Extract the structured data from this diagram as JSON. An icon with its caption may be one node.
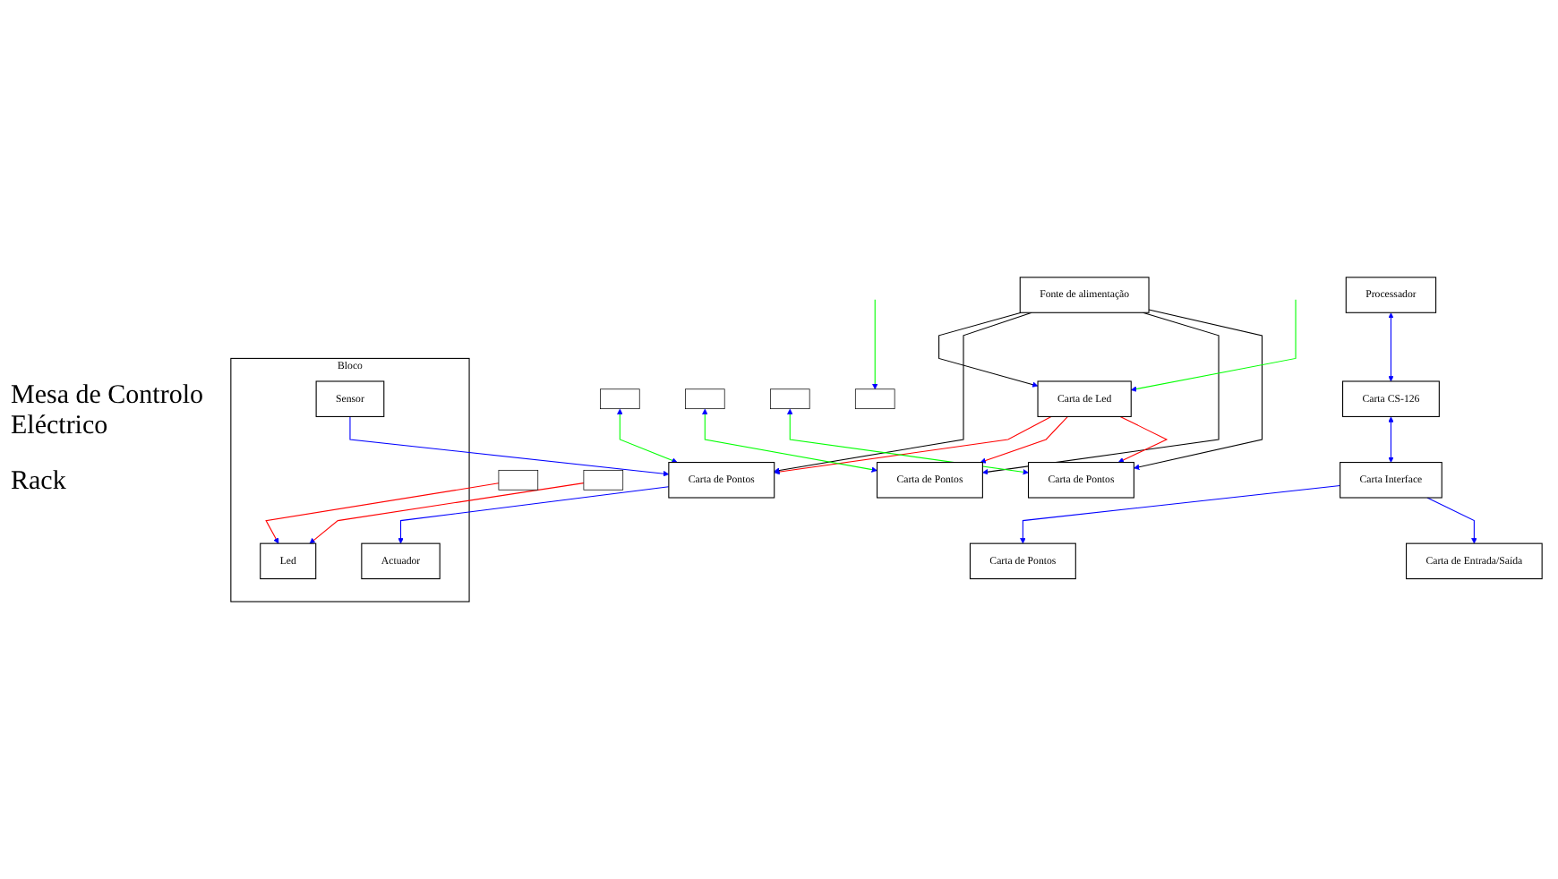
{
  "diagram": {
    "nodes": [
      {
        "text": [
          "Carta de Pontos"
        ]
      },
      {
        "text": [
          "Carta de Led"
        ]
      },
      {
        "text": [
          "Carta de Pontos"
        ]
      },
      {
        "text": [
          "Fonte de alimentação"
        ]
      },
      {
        "text": [
          "Carta de Pontos"
        ]
      },
      {
        "text": [
          "Bloco"
        ]
      },
      {
        "text": [
          "Sensor"
        ],
        "in": 5
      },
      {
        "text": [
          "Actuador"
        ],
        "in": 5
      },
      {
        "text": [
          "Led"
        ],
        "in": 5
      },
      {
        "text": [
          "Processador"
        ]
      },
      {
        "text": [
          "Carta CS-126"
        ]
      },
      {
        "text": [
          "Carta Interface"
        ]
      },
      {
        "text": [
          "Carta de Pontos"
        ]
      },
      {
        "text": [
          "Carta de Entrada/Saída"
        ]
      },
      {
        "text": [],
        "shape": "bar"
      },
      {
        "text": [],
        "shape": "bar"
      },
      {
        "text": [],
        "shape": "bar"
      },
      {
        "text": [],
        "shape": "bar"
      },
      {
        "text": [],
        "shape": "bar"
      },
      {
        "text": [],
        "shape": "bar"
      }
    ],
    "edges": [
      {
        "from": 3,
        "to": 1,
        "arrow": "to",
        "color": "#000000"
      },
      {
        "from": 3,
        "to": 0,
        "arrow": "to",
        "color": "#000000"
      },
      {
        "from": 3,
        "to": 2,
        "arrow": "to",
        "color": "#000000"
      },
      {
        "from": 3,
        "to": 4,
        "arrow": "to",
        "color": "#000000"
      },
      {
        "from": 1,
        "to": 0,
        "arrow": "to",
        "color": "#ff0000"
      },
      {
        "from": 1,
        "to": 2,
        "arrow": "to",
        "color": "#ff0000"
      },
      {
        "from": 1,
        "to": 4,
        "arrow": "to",
        "color": "#ff0000"
      },
      {
        "from": 6,
        "to": 0,
        "arrow": "to"
      },
      {
        "from": 0,
        "to": 7,
        "arrow": "to"
      },
      {
        "from": 9,
        "to": 10,
        "arrow": "both"
      },
      {
        "from": 10,
        "to": 11,
        "arrow": "both"
      },
      {
        "from": 11,
        "to": 12,
        "arrow": "to"
      },
      {
        "from": 11,
        "to": 13,
        "arrow": "to"
      },
      {
        "from": 14,
        "to": 0,
        "arrow": "both",
        "color": "#00ff00"
      },
      {
        "from": 15,
        "to": 2,
        "arrow": "both",
        "color": "#00ff00"
      },
      {
        "from": 16,
        "to": 4,
        "arrow": "both",
        "color": "#00ff00"
      },
      {
        "from": null,
        "to": 1,
        "arrow": "to",
        "color": "#00ff00"
      },
      {
        "from": null,
        "to": 19,
        "arrow": "to",
        "color": "#00ff00"
      },
      {
        "from": 17,
        "to": 8,
        "arrow": "to",
        "color": "#ff0000"
      },
      {
        "from": 18,
        "to": 8,
        "arrow": "to",
        "color": "#ff0000"
      }
    ],
    "labels": [
      "Mesa de Controlo Eléctrico",
      "Rack"
    ]
  }
}
